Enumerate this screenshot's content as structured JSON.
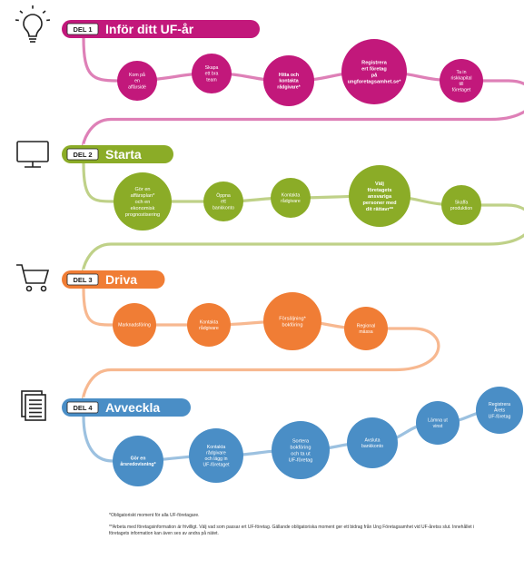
{
  "sections": [
    {
      "id": "del1",
      "tag": "DEL 1",
      "title": "Inför ditt UF-år",
      "color": "#c2187b",
      "icon": "lightbulb-icon",
      "steps": [
        "Kom på en affärsidé",
        "Skapa ett bra team",
        "Hitta och kontakta rådgivare*",
        "Registrera ert företag på ungforetagsamhet.se*",
        "Ta in riskkapital till företaget"
      ]
    },
    {
      "id": "del2",
      "tag": "DEL 2",
      "title": "Starta",
      "color": "#8bac27",
      "icon": "monitor-icon",
      "steps": [
        "Gör en affärsplan* och en ekonomisk prognostisering",
        "Öppna ett bankkonto",
        "Kontakta rådgivare",
        "Välj företagets ansvariga personer med dit rättavr**",
        "Skaffa produktion"
      ]
    },
    {
      "id": "del3",
      "tag": "DEL 3",
      "title": "Driva",
      "color": "#f07d35",
      "icon": "shopping-cart-icon",
      "steps": [
        "Marknadsföring",
        "Kontakta rådgivare",
        "Försäljning* bokföring",
        "Regional mässa"
      ]
    },
    {
      "id": "del4",
      "tag": "DEL 4",
      "title": "Avveckla",
      "color": "#4a8ec6",
      "icon": "document-stack-icon",
      "steps": [
        "Gör en årsredovisning*",
        "Kontakta rådgivare och lägg in UF-företaget",
        "Sortera bokföring och ta ut UF-företag",
        "Avsluta bankkonto",
        "Lämna ut vinst",
        "Registrera Årets UF-företag"
      ]
    }
  ],
  "footnotes": [
    "*Obligatoriskt moment för alla UF-företagare.",
    "**Arbeta med företagsinformation är frivilligt. Välj vad som passar ert UF-företag. Gällande obligatoriska moment ger ett bidrag från Ung Företagsamhet vid UF-åretss slut. Innehållet i företagets information kan även ses av andra på nätet."
  ]
}
